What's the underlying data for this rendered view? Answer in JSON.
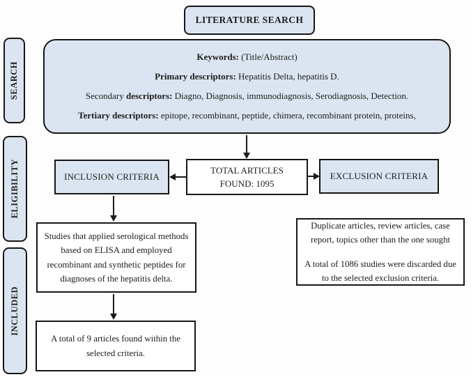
{
  "colors": {
    "box_fill_blue": "#dbe5f1",
    "border": "#161616",
    "text": "#1c1c1c"
  },
  "title_box": {
    "label": "LITERATURE SEARCH"
  },
  "stages": {
    "search": "SEARCH",
    "eligibility": "ELIGIBILITY",
    "included": "INCLUDED"
  },
  "keywords_box": {
    "lines": [
      {
        "prefix": "",
        "bold": "Keywords:",
        "rest": " (Title/Abstract)"
      },
      {
        "prefix": "",
        "bold": "Primary descriptors:",
        "rest": " Hepatitis Delta, hepatitis D."
      },
      {
        "prefix": "Secondary ",
        "bold": "descriptors:",
        "rest": " Diagno, Diagnosis, immunodiagnosis, Serodiagnosis, Detection."
      },
      {
        "prefix": "",
        "bold": "Tertiary descriptors:",
        "rest": " epitope, recombinant, peptide, chimera, recombinant protein, proteins,"
      }
    ]
  },
  "criteria_row": {
    "inclusion_label": "INCLUSION CRITERIA",
    "total_articles": {
      "line1": "TOTAL ARTICLES",
      "line2": "FOUND: 1095"
    },
    "exclusion_label": "EXCLUSION CRITERIA"
  },
  "inclusion_detail": "Studies that applied serological methods based on ELISA and employed recombinant and synthetic peptides for diagnoses of the hepatitis delta.",
  "exclusion_detail": {
    "para1": "Duplicate articles, review articles, case report, topics other than the one sought",
    "para2": "A total of 1086 studies were discarded due to the selected exclusion criteria."
  },
  "result_box": "A total of 9 articles found within the selected criteria."
}
